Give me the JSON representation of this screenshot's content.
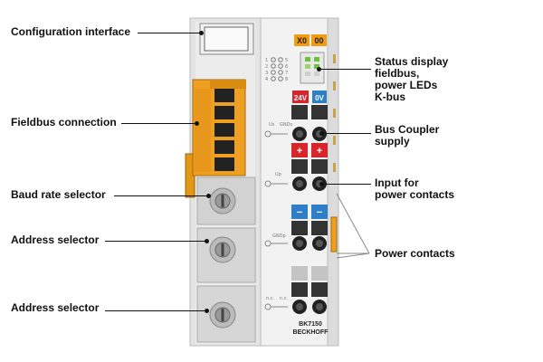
{
  "labels": {
    "config_interface": "Configuration interface",
    "fieldbus_connection": "Fieldbus connection",
    "baud_rate_selector": "Baud rate selector",
    "address_selector_1": "Address selector",
    "address_selector_2": "Address selector",
    "status_display_line1": "Status display",
    "status_display_line2": "fieldbus,",
    "status_display_line3": "power LEDs",
    "status_display_line4": "K-bus",
    "bus_coupler_line1": "Bus Coupler",
    "bus_coupler_line2": "supply",
    "input_power_line1": "Input for",
    "input_power_line2": "power contacts",
    "power_contacts": "Power contacts"
  },
  "device": {
    "x0_label": "X0",
    "x00_label": "00",
    "v24_label": "24V",
    "v0_label": "0V",
    "plus_1": "+",
    "plus_2": "+",
    "minus_1": "−",
    "minus_2": "−",
    "us_label": "Us",
    "gnds_label": "GNDs",
    "up_label": "Up",
    "gndp_label": "GNDp",
    "nc1_label": "n.c.",
    "nc2_label": "n.c.",
    "model": "BK7150",
    "brand": "BECKHOFF",
    "led_numbers_left": [
      "1",
      "2",
      "3",
      "4"
    ],
    "led_numbers_right": [
      "5",
      "6",
      "7",
      "8"
    ]
  },
  "colors": {
    "orange_connector": "#f0a020",
    "red_terminal": "#d8242b",
    "blue_terminal": "#2f7fc8",
    "led_green": "#6ac23a",
    "x0_badge": "#f39c12"
  }
}
